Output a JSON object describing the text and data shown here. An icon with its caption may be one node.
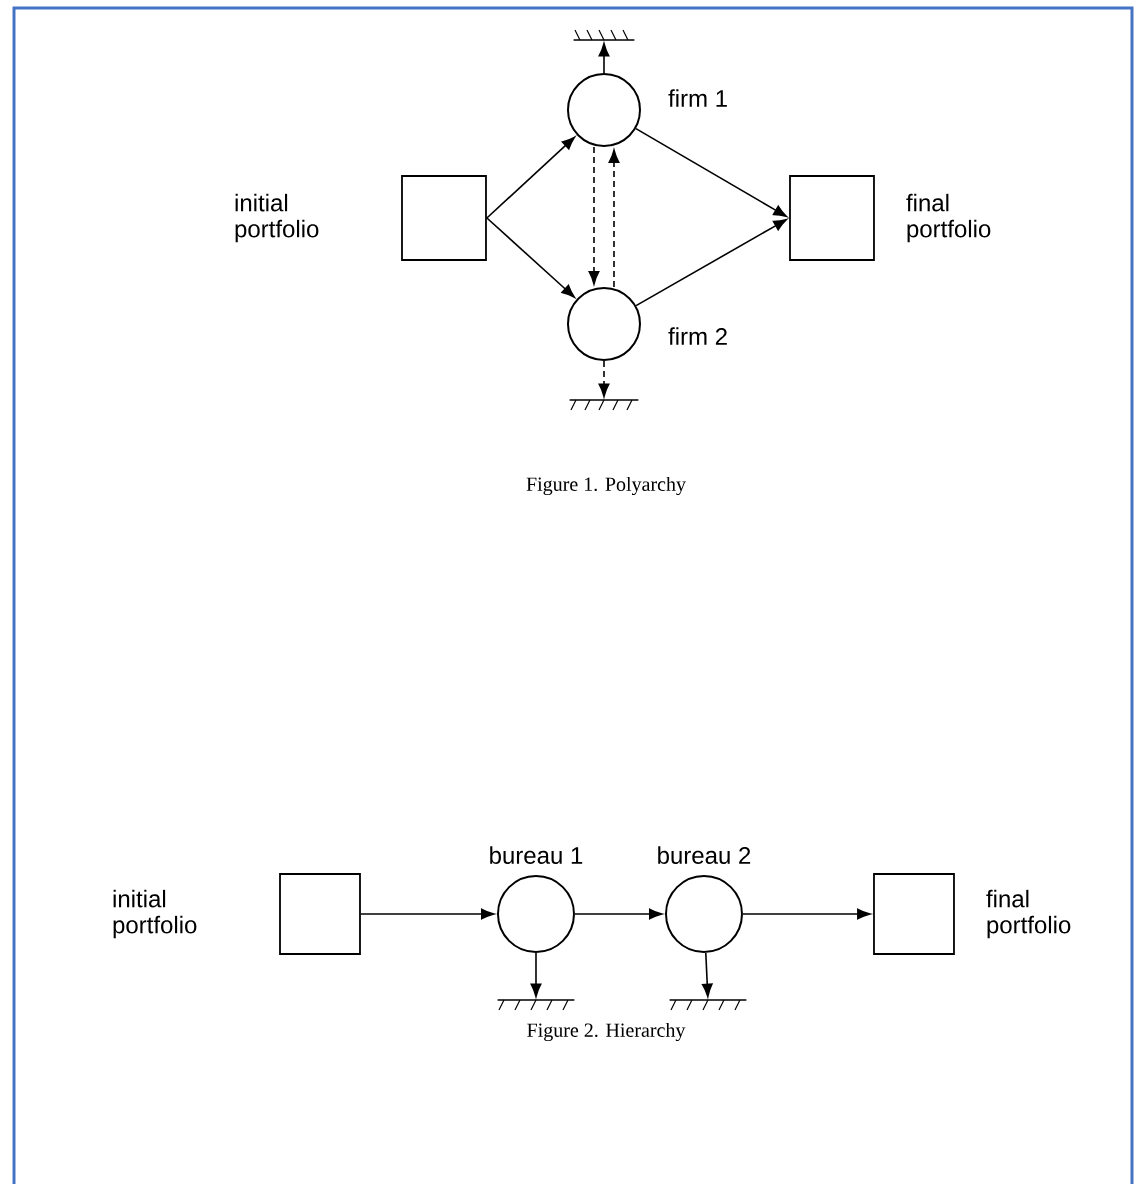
{
  "diagram": {
    "nodes": [
      {
        "text": [
          "initial portfolio"
        ]
      },
      {
        "text": [
          "firm 1"
        ]
      },
      {
        "text": [
          "firm 2"
        ]
      },
      {
        "text": [
          "final portfolio"
        ]
      },
      {
        "text": [],
        "shape": "ground"
      },
      {
        "text": [],
        "shape": "ground"
      },
      {
        "text": [
          "initial portfolio"
        ]
      },
      {
        "text": [
          "bureau 1"
        ]
      },
      {
        "text": [
          "bureau 2"
        ]
      },
      {
        "text": [
          "final portfolio"
        ]
      },
      {
        "text": [],
        "shape": "ground"
      },
      {
        "text": [],
        "shape": "ground"
      }
    ],
    "edges": [
      {
        "from": 0,
        "to": 1,
        "arrow": "to"
      },
      {
        "from": 0,
        "to": 2,
        "arrow": "to"
      },
      {
        "from": 1,
        "to": 3,
        "arrow": "to"
      },
      {
        "from": 2,
        "to": 3,
        "arrow": "to"
      },
      {
        "from": 1,
        "to": 2,
        "arrow": "to",
        "style": "dashed"
      },
      {
        "from": 2,
        "to": 1,
        "arrow": "to",
        "style": "dashed"
      },
      {
        "from": 1,
        "to": 4,
        "arrow": "to"
      },
      {
        "from": 2,
        "to": 5,
        "arrow": "to",
        "style": "dashed"
      },
      {
        "from": 6,
        "to": 7,
        "arrow": "to"
      },
      {
        "from": 7,
        "to": 8,
        "arrow": "to"
      },
      {
        "from": 8,
        "to": 9,
        "arrow": "to"
      },
      {
        "from": 7,
        "to": 10,
        "arrow": "to"
      },
      {
        "from": 8,
        "to": 11,
        "arrow": "to"
      }
    ],
    "labels": [
      "Figure 1. Polyarchy",
      "Figure 2. Hierarchy"
    ]
  }
}
